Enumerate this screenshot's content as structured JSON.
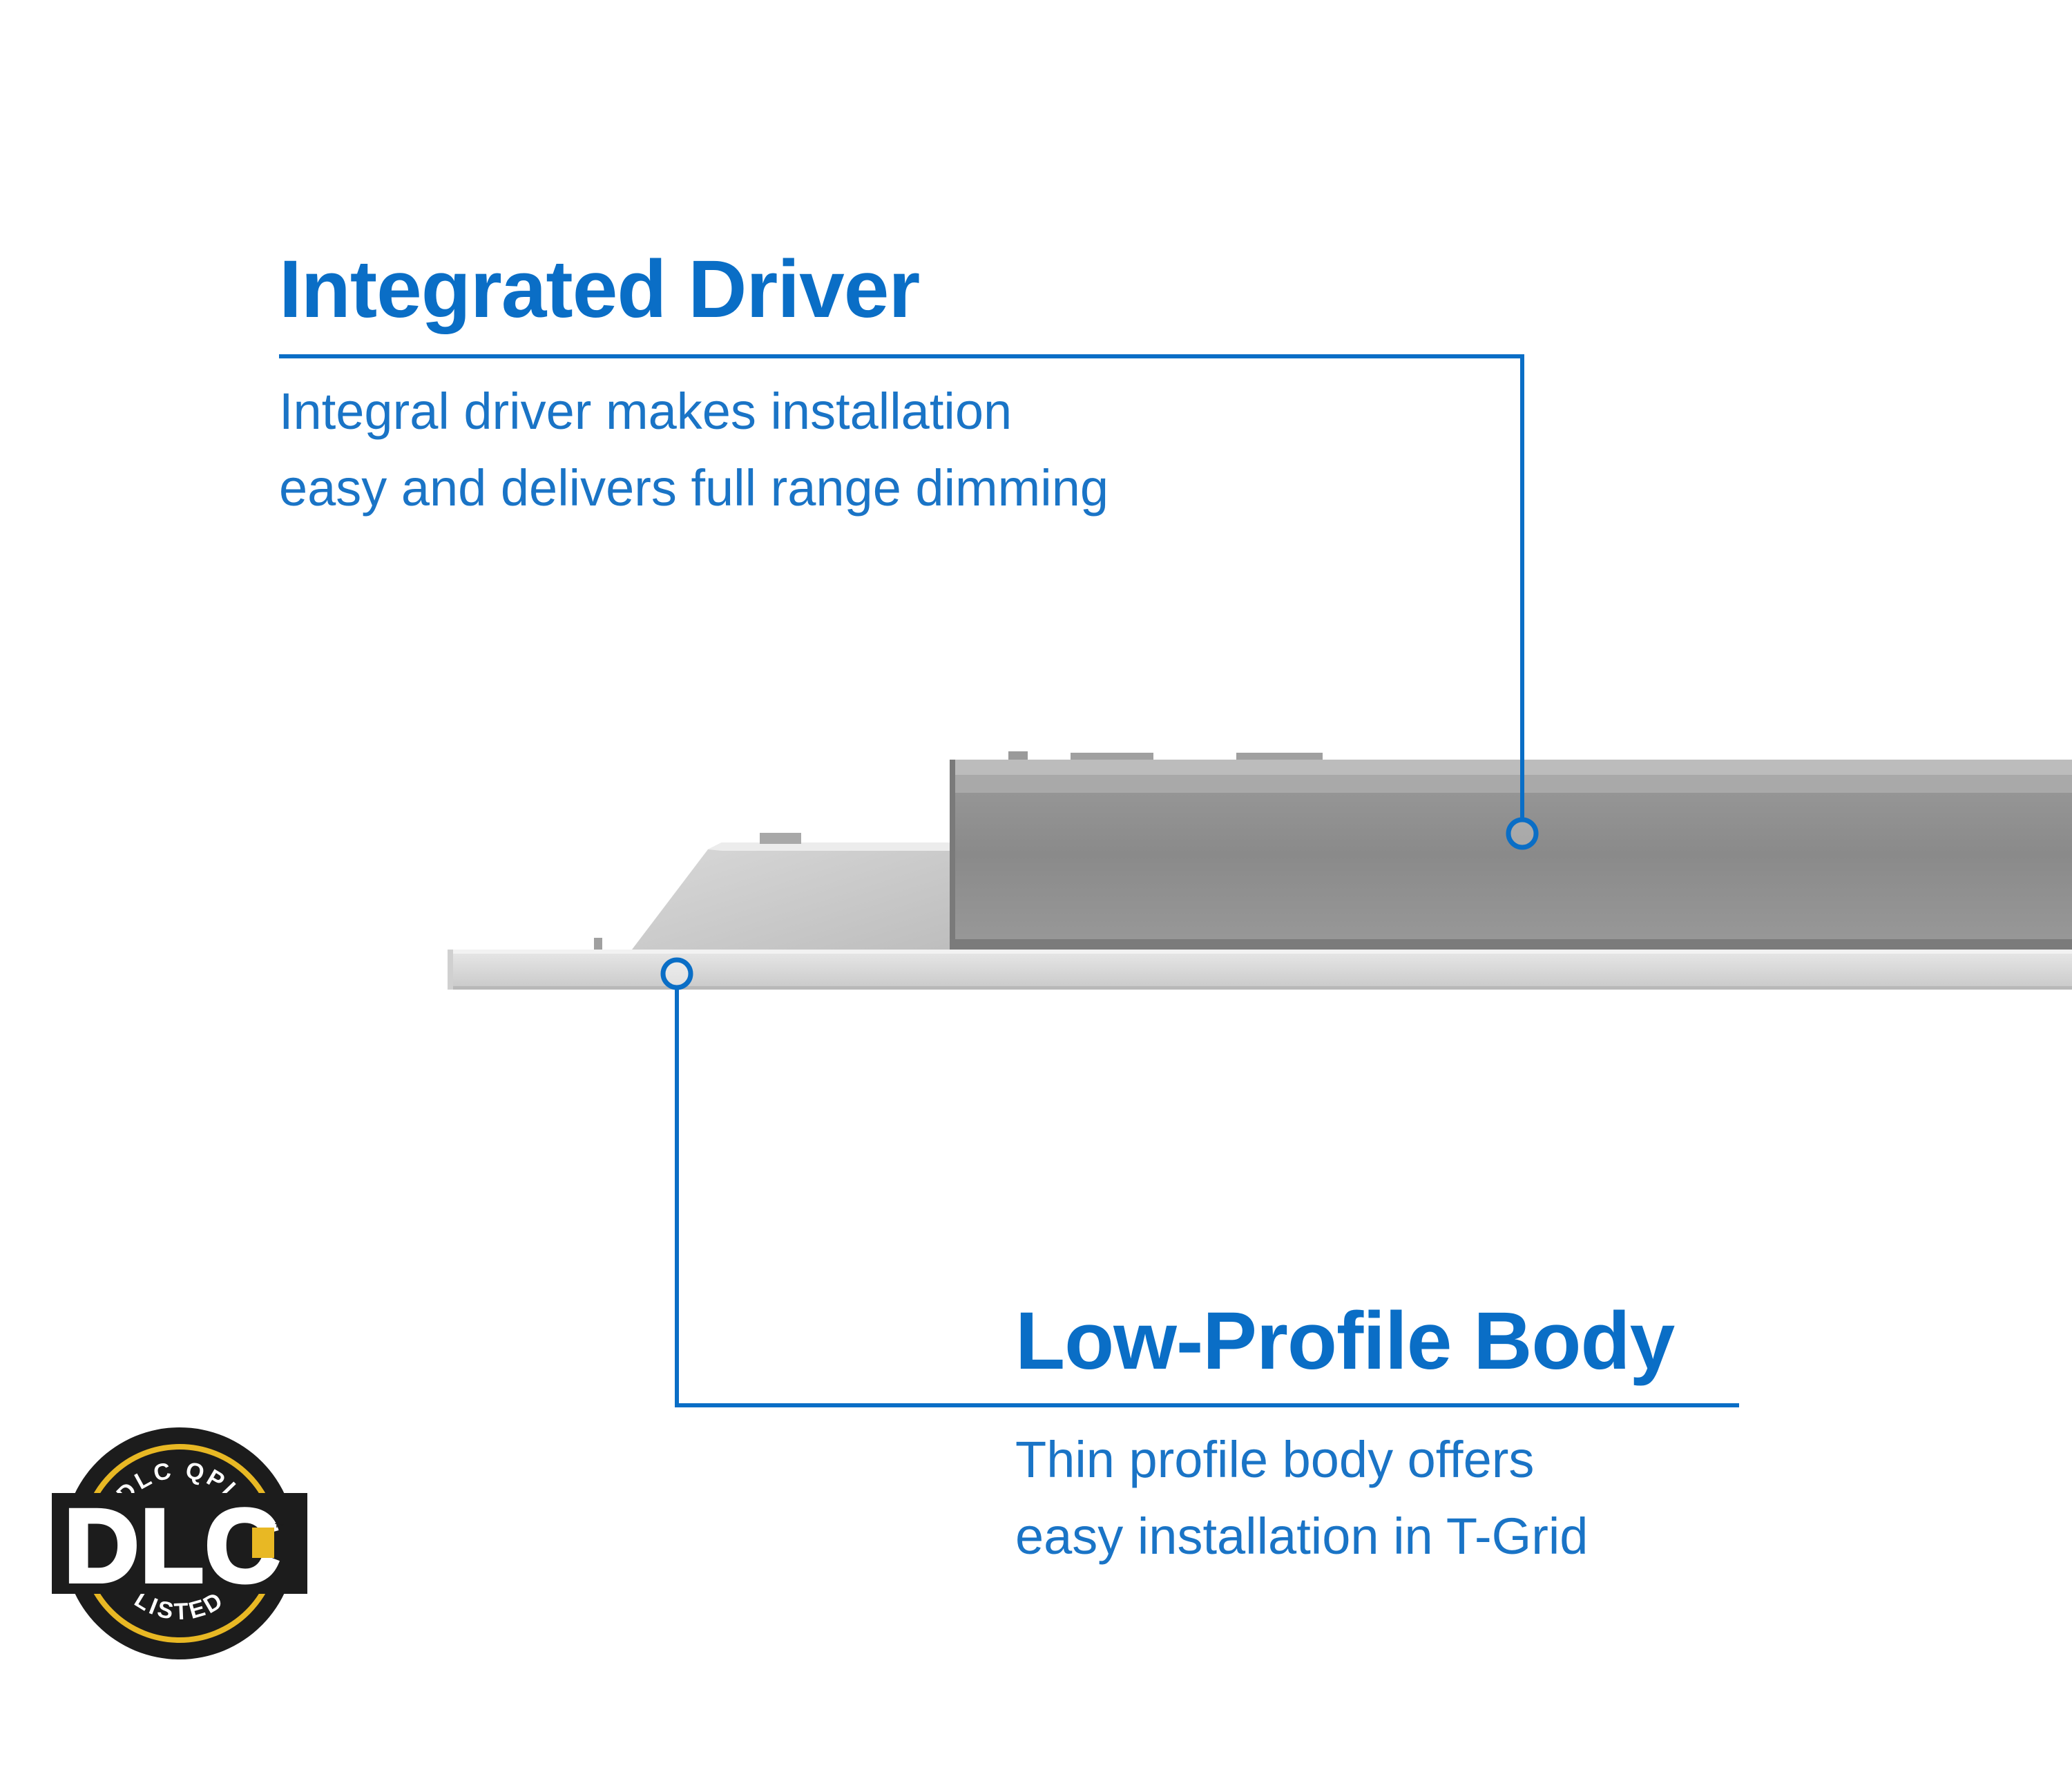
{
  "features": [
    {
      "title": "Integrated Driver",
      "description_lines": [
        "Integral driver makes installation",
        "easy and delivers full range dimming"
      ]
    },
    {
      "title": "Low-Profile Body",
      "description_lines": [
        "Thin profile body offers",
        "easy installation in T-Grid"
      ]
    }
  ],
  "badge": {
    "ring_top_text": "DLC QPL",
    "center_text": "DLC",
    "ring_bottom_text": "LISTED",
    "trademark": "™"
  },
  "colors": {
    "accent": "#0a6ec6",
    "badge_dark": "#1c1c1c",
    "badge_gold": "#e8b824",
    "fixture_gray": "#8c8c8c"
  }
}
